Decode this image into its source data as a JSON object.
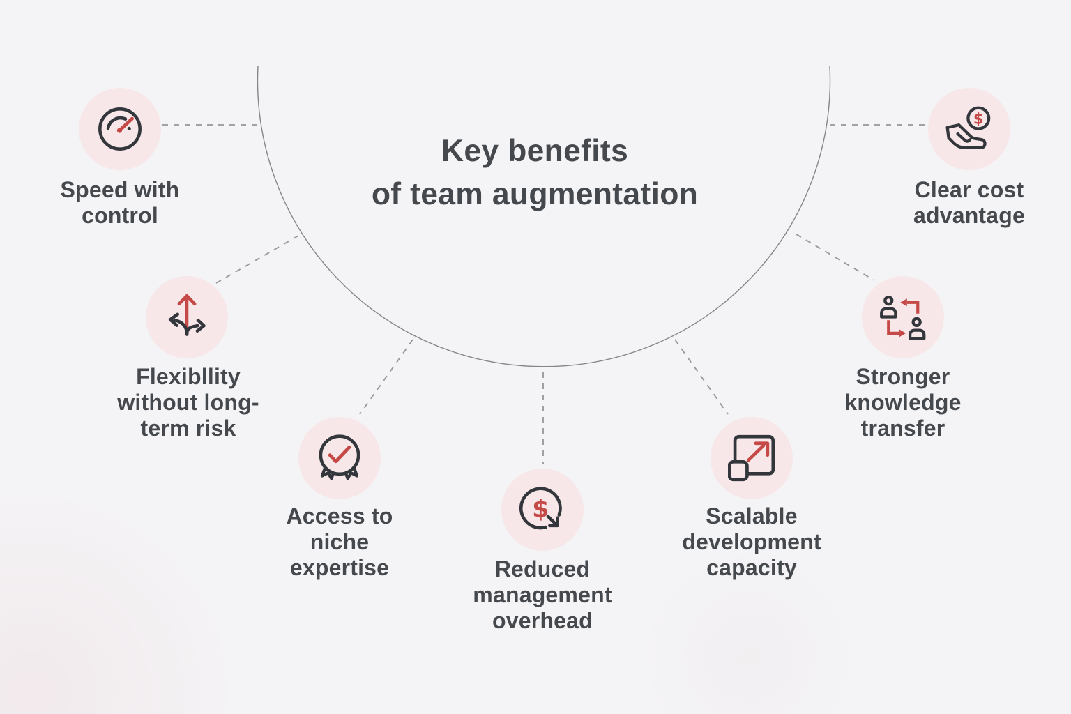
{
  "title": "Key benefits\nof team augmentation",
  "colors": {
    "background": "#f4f4f6",
    "circle_fill": "#f7e7e8",
    "icon_dark": "#33373c",
    "icon_red": "#c54a47",
    "text": "#45484d",
    "arc_line": "#85858a",
    "dashed_line": "#97979b"
  },
  "items": [
    {
      "id": "speed-with-control",
      "label": "Speed with\ncontrol",
      "icon": "speedometer-icon"
    },
    {
      "id": "flexibility",
      "label": "Flexibllity\nwithout long-\nterm risk",
      "icon": "branching-arrows-icon"
    },
    {
      "id": "niche-expertise",
      "label": "Access to\nniche\nexpertise",
      "icon": "award-badge-check-icon"
    },
    {
      "id": "reduced-overhead",
      "label": "Reduced\nmanagement\noverhead",
      "icon": "dollar-decrease-icon"
    },
    {
      "id": "scalable-capacity",
      "label": "Scalable\ndevelopment\ncapacity",
      "icon": "scale-up-squares-icon"
    },
    {
      "id": "knowledge-transfer",
      "label": "Stronger\nknowledge\ntransfer",
      "icon": "people-exchange-icon"
    },
    {
      "id": "clear-cost-advantage",
      "label": "Clear cost\nadvantage",
      "icon": "hand-coin-icon"
    }
  ],
  "icon_glyphs": {
    "dollar_sign": "$"
  }
}
